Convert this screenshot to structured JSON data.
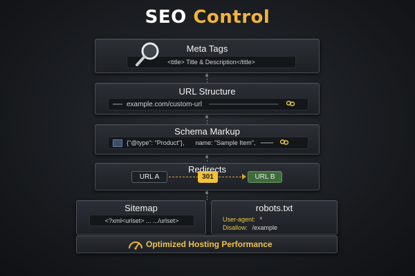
{
  "header": {
    "title_part1": "SEO",
    "title_part2": "Control"
  },
  "meta_tags": {
    "title": "Meta Tags",
    "code": "<title> Title & Description</title>",
    "icon": "magnifying-glass-icon"
  },
  "url_structure": {
    "title": "URL Structure",
    "url": "example.com/custom-url",
    "icon": "link-icon"
  },
  "schema_markup": {
    "title": "Schema Markup",
    "code_part1": "{\"@type\": \"Product\"},",
    "code_part2": "name: \"Sample Item\",",
    "icon": "link-icon"
  },
  "redirects": {
    "title": "Redirects",
    "from": "URL A",
    "code": "301",
    "to": "URL B"
  },
  "sitemap": {
    "title": "Sitemap",
    "code": "<?xml<urlset> ... .../urlset>"
  },
  "robots": {
    "title": "robots.txt",
    "line1_key": "User-agent:",
    "line1_val": "*",
    "line2_key": "Disallow:",
    "line2_val": "/example"
  },
  "footer": {
    "label": "Optimized Hosting Performance",
    "icon": "speedometer-icon"
  },
  "colors": {
    "accent": "#f0b43c",
    "green": "#7fd68a",
    "redirect_to": "#3f6b3c"
  }
}
